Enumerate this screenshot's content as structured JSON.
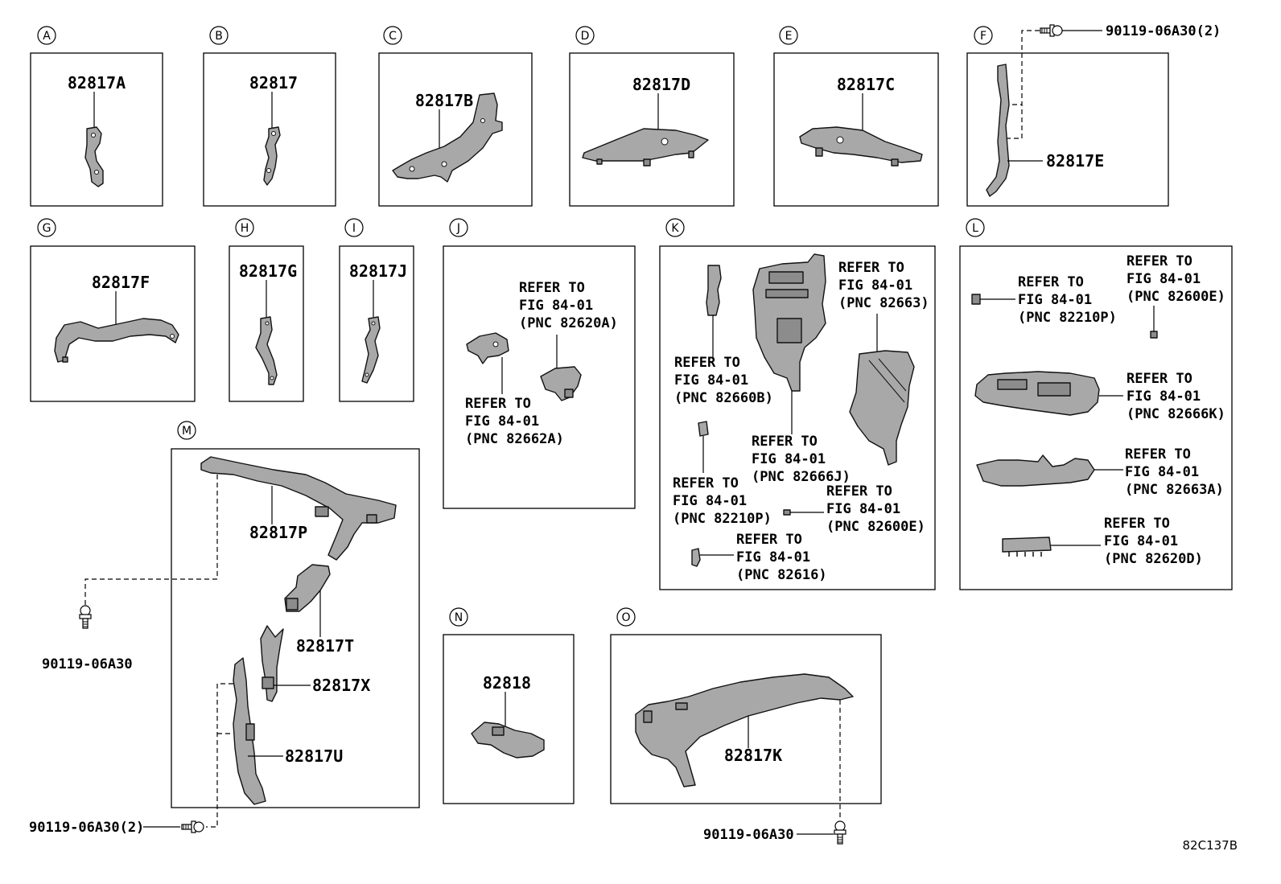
{
  "panels": [
    {
      "id": "A"
    },
    {
      "id": "B"
    },
    {
      "id": "C"
    },
    {
      "id": "D"
    },
    {
      "id": "E"
    },
    {
      "id": "F"
    },
    {
      "id": "G"
    },
    {
      "id": "H"
    },
    {
      "id": "I"
    },
    {
      "id": "J"
    },
    {
      "id": "K"
    },
    {
      "id": "L"
    },
    {
      "id": "M"
    },
    {
      "id": "N"
    },
    {
      "id": "O"
    }
  ],
  "parts": {
    "a": "82817A",
    "b": "82817",
    "c": "82817B",
    "d": "82817D",
    "e": "82817C",
    "f": "82817E",
    "g": "82817F",
    "h": "82817G",
    "i": "82817J",
    "m1": "82817P",
    "m2": "82817T",
    "m3": "82817X",
    "m4": "82817U",
    "n": "82818",
    "o": "82817K"
  },
  "fasteners": {
    "f_bolt": "90119-06A30(2)",
    "m_bolt_upper": "90119-06A30",
    "m_bolt_lower": "90119-06A30(2)",
    "o_bolt": "90119-06A30"
  },
  "refer_line1": "REFER TO",
  "refer_line2": "FIG 84-01",
  "references": {
    "j1": "(PNC 82620A)",
    "j2": "(PNC 82662A)",
    "k1": "(PNC 82663)",
    "k2": "(PNC 82660B)",
    "k3": "(PNC 82666J)",
    "k4": "(PNC 82210P)",
    "k5": "(PNC 82600E)",
    "k6": "(PNC 82616)",
    "l1": "(PNC 82210P)",
    "l2": "(PNC 82600E)",
    "l3": "(PNC 82666K)",
    "l4": "(PNC 82663A)",
    "l5": "(PNC 82620D)"
  },
  "figure_code": "82C137B"
}
